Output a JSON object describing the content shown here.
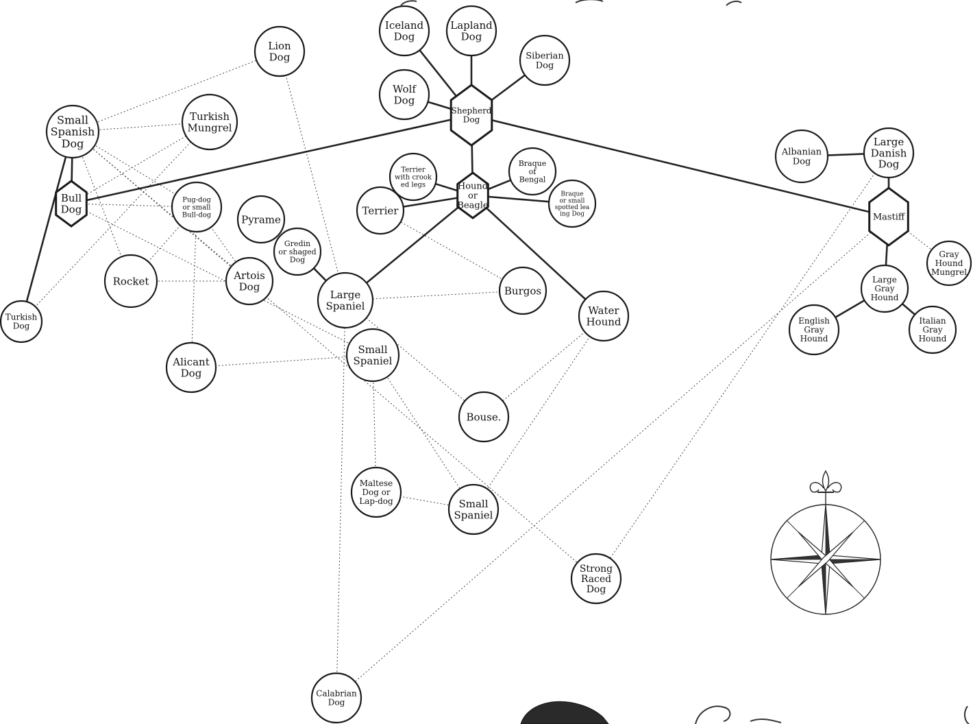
{
  "nodes": [
    {
      "id": "iceland",
      "lines": [
        "Iceland",
        "Dog"
      ]
    },
    {
      "id": "lapland",
      "lines": [
        "Lapland",
        "Dog"
      ]
    },
    {
      "id": "siberian",
      "lines": [
        "Siberian",
        "Dog"
      ]
    },
    {
      "id": "wolf",
      "lines": [
        "Wolf",
        "Dog"
      ]
    },
    {
      "id": "shepherd",
      "lines": [
        "Shepherd",
        "Dog"
      ]
    },
    {
      "id": "lion",
      "lines": [
        "Lion",
        "Dog"
      ]
    },
    {
      "id": "small-spanish",
      "lines": [
        "Small",
        "Spanish",
        "Dog"
      ]
    },
    {
      "id": "turkish-mungrel",
      "lines": [
        "Turkish",
        "Mungrel"
      ]
    },
    {
      "id": "bull",
      "lines": [
        "Bull",
        "Dog"
      ]
    },
    {
      "id": "pug",
      "lines": [
        "Pug-dog",
        "or small",
        "Bull-dog"
      ]
    },
    {
      "id": "terrier-crooked",
      "lines": [
        "Terrier",
        "with crook",
        "ed legs"
      ]
    },
    {
      "id": "braque-bengal",
      "lines": [
        "Braque",
        "of",
        "Bengal"
      ]
    },
    {
      "id": "braque-spotted",
      "lines": [
        "Braque",
        "or small",
        "spotted lea",
        "ing Dog"
      ]
    },
    {
      "id": "terrier",
      "lines": [
        "Terrier"
      ]
    },
    {
      "id": "hound",
      "lines": [
        "Hound",
        "or",
        "Beagle"
      ]
    },
    {
      "id": "pyrame",
      "lines": [
        "Pyrame"
      ]
    },
    {
      "id": "gredin",
      "lines": [
        "Gredin",
        "or shaged",
        "Dog"
      ]
    },
    {
      "id": "artois",
      "lines": [
        "Artois",
        "Dog"
      ]
    },
    {
      "id": "rocket",
      "lines": [
        "Rocket"
      ]
    },
    {
      "id": "turkish-dog",
      "lines": [
        "Turkish",
        "Dog"
      ]
    },
    {
      "id": "large-spaniel",
      "lines": [
        "Large",
        "Spaniel"
      ]
    },
    {
      "id": "burgos",
      "lines": [
        "Burgos"
      ]
    },
    {
      "id": "water-hound",
      "lines": [
        "Water",
        "Hound"
      ]
    },
    {
      "id": "small-spaniel-1",
      "lines": [
        "Small",
        "Spaniel"
      ]
    },
    {
      "id": "alicant",
      "lines": [
        "Alicant",
        "Dog"
      ]
    },
    {
      "id": "bouse",
      "lines": [
        "Bouse."
      ]
    },
    {
      "id": "maltese",
      "lines": [
        "Maltese",
        "Dog or",
        "Lap-dog"
      ]
    },
    {
      "id": "small-spaniel-2",
      "lines": [
        "Small",
        "Spaniel"
      ]
    },
    {
      "id": "strong-raced",
      "lines": [
        "Strong",
        "Raced",
        "Dog"
      ]
    },
    {
      "id": "calabrian",
      "lines": [
        "Calabrian",
        "Dog"
      ]
    },
    {
      "id": "albanian",
      "lines": [
        "Albanian",
        "Dog"
      ]
    },
    {
      "id": "large-danish",
      "lines": [
        "Large",
        "Danish",
        "Dog"
      ]
    },
    {
      "id": "mastiff",
      "lines": [
        "Mastiff"
      ]
    },
    {
      "id": "grayhound-mungrel",
      "lines": [
        "Gray",
        "Hound",
        "Mungrel"
      ]
    },
    {
      "id": "large-grayhound",
      "lines": [
        "Large",
        "Gray",
        "Hound"
      ]
    },
    {
      "id": "english-grayhound",
      "lines": [
        "English",
        "Gray",
        "Hound"
      ]
    },
    {
      "id": "italian-grayhound",
      "lines": [
        "Italian",
        "Gray",
        "Hound"
      ]
    }
  ],
  "solid_links": [
    [
      "shepherd",
      "iceland"
    ],
    [
      "shepherd",
      "lapland"
    ],
    [
      "shepherd",
      "siberian"
    ],
    [
      "shepherd",
      "wolf"
    ],
    [
      "shepherd",
      "bull"
    ],
    [
      "shepherd",
      "hound"
    ],
    [
      "shepherd",
      "mastiff"
    ],
    [
      "small-spanish",
      "bull"
    ],
    [
      "small-spanish",
      "turkish-dog"
    ],
    [
      "hound",
      "terrier-crooked"
    ],
    [
      "hound",
      "braque-bengal"
    ],
    [
      "hound",
      "braque-spotted"
    ],
    [
      "hound",
      "terrier"
    ],
    [
      "hound",
      "large-spaniel"
    ],
    [
      "hound",
      "water-hound"
    ],
    [
      "gredin",
      "large-spaniel"
    ],
    [
      "albanian",
      "large-danish"
    ],
    [
      "large-danish",
      "mastiff"
    ],
    [
      "mastiff",
      "large-grayhound"
    ],
    [
      "large-grayhound",
      "english-grayhound"
    ],
    [
      "large-grayhound",
      "italian-grayhound"
    ]
  ],
  "dotted_links": [
    [
      "small-spanish",
      "lion"
    ],
    [
      "small-spanish",
      "turkish-mungrel"
    ],
    [
      "small-spanish",
      "pug"
    ],
    [
      "small-spanish",
      "rocket"
    ],
    [
      "small-spanish",
      "artois"
    ],
    [
      "turkish-mungrel",
      "bull"
    ],
    [
      "turkish-mungrel",
      "turkish-dog"
    ],
    [
      "bull",
      "pug"
    ],
    [
      "bull",
      "small-spaniel-1"
    ],
    [
      "pug",
      "rocket"
    ],
    [
      "pug",
      "alicant"
    ],
    [
      "pug",
      "artois"
    ],
    [
      "rocket",
      "artois"
    ],
    [
      "lion",
      "large-spaniel"
    ],
    [
      "large-spaniel",
      "burgos"
    ],
    [
      "large-spaniel",
      "bouse"
    ],
    [
      "terrier",
      "burgos"
    ],
    [
      "alicant",
      "small-spaniel-1"
    ],
    [
      "small-spaniel-1",
      "maltese"
    ],
    [
      "small-spaniel-1",
      "small-spaniel-2"
    ],
    [
      "maltese",
      "small-spaniel-2"
    ],
    [
      "water-hound",
      "bouse"
    ],
    [
      "water-hound",
      "small-spaniel-2"
    ],
    [
      "large-spaniel",
      "calabrian"
    ],
    [
      "mastiff",
      "calabrian"
    ],
    [
      "large-danish",
      "strong-raced"
    ],
    [
      "mastiff",
      "grayhound-mungrel"
    ],
    [
      "small-spanish",
      "strong-raced"
    ]
  ]
}
